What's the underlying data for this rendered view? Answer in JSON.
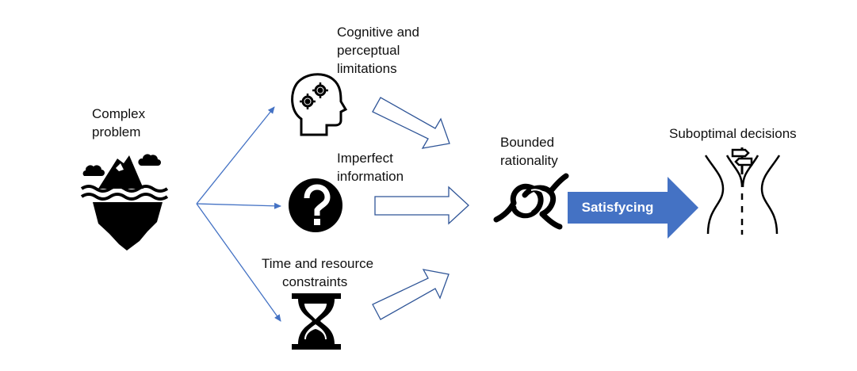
{
  "labels": {
    "complex_problem": [
      "Complex",
      "problem"
    ],
    "cognitive": [
      "Cognitive and",
      "perceptual",
      "limitations"
    ],
    "imperfect": [
      "Imperfect",
      "information"
    ],
    "time": [
      "Time and resource",
      "constraints"
    ],
    "bounded": [
      "Bounded",
      "rationality"
    ],
    "satisficing": "Satisfycing",
    "suboptimal": [
      "Suboptimal decisions"
    ]
  },
  "icons": {
    "complex_problem": "iceberg-icon",
    "cognitive": "head-with-gears-icon",
    "imperfect": "question-mark-icon",
    "time": "hourglass-icon",
    "bounded": "knot-icon",
    "suboptimal": "crossroads-signpost-icon"
  },
  "colors": {
    "connector": "#4472c4",
    "satisficing_arrow": "#4472c4",
    "hollow_arrow": "#2f5597",
    "icon": "#000000"
  }
}
